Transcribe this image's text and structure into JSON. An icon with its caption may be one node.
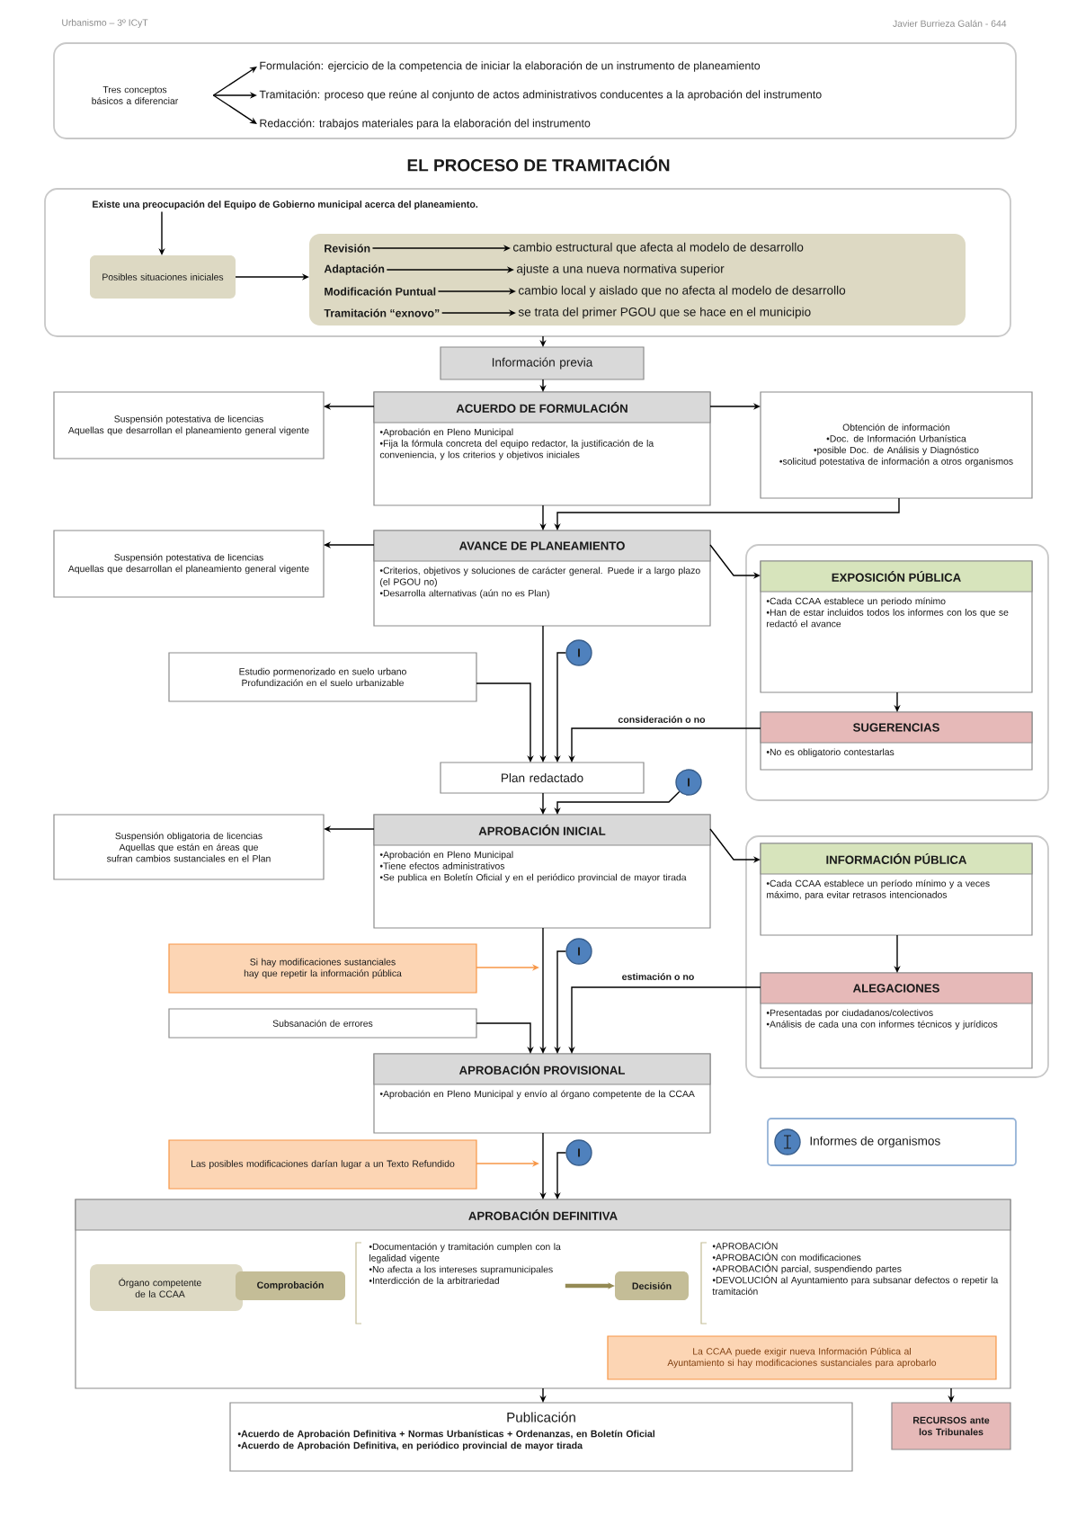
{
  "diagram": {
    "title": "EL PROCESO DE TRAMITACIÓN",
    "nodes": [
      {
        "text": [],
        "shape": "box"
      },
      {
        "text": [
          "Tres conceptos básicos a diferenciar"
        ],
        "in": 0
      },
      {
        "text": [
          "Formulación: ejercicio de la competencia de iniciar la elaboración de un instrumento de planeamiento"
        ],
        "in": 0
      },
      {
        "text": [
          "Tramitación: proceso que reúne al conjunto de actos administrativos conducentes a la aprobación del instrumento"
        ],
        "in": 0
      },
      {
        "text": [
          "Redacción: trabajos materiales para la elaboración del instrumento"
        ],
        "in": 0
      },
      {
        "text": [],
        "shape": "box"
      },
      {
        "text": [
          "Existe una preocupación del Equipo de Gobierno municipal acerca del planeamiento."
        ],
        "in": 5
      },
      {
        "text": [
          "Posibles situaciones iniciales"
        ],
        "in": 5
      },
      {
        "text": [],
        "shape": "box",
        "in": 5
      },
      {
        "text": [
          "Revisión"
        ],
        "in": 8
      },
      {
        "text": [
          "cambio estructural que afecta al modelo de desarrollo"
        ],
        "in": 8
      },
      {
        "text": [
          "Adaptación"
        ],
        "in": 8
      },
      {
        "text": [
          "ajuste a una nueva normativa superior"
        ],
        "in": 8
      },
      {
        "text": [
          "Modificación Puntual"
        ],
        "in": 8
      },
      {
        "text": [
          "cambio local y aislado que no afecta al modelo de desarrollo"
        ],
        "in": 8
      },
      {
        "text": [
          "Tramitación “exnovo”"
        ],
        "in": 8
      },
      {
        "text": [
          "se trata del primer PGOU que se hace en el municipio"
        ],
        "in": 8
      },
      {
        "text": [
          "Información previa"
        ]
      },
      {
        "text": [
          "ACUERDO DE FORMULACIÓN",
          "•Aprobación en Pleno Municipal",
          "•Fija la fórmula concreta del equipo redactor, la justificación de la conveniencia, y los criterios y objetivos iniciales"
        ]
      },
      {
        "text": [
          "Suspensión potestativa de licencias",
          "Aquellas que desarrollan el planeamiento general vigente"
        ]
      },
      {
        "text": [
          "Obtención de información",
          "•Doc. de Información Urbanística",
          "•posible Doc. de Análisis y Diagnóstico",
          "•solicitud potestativa de información a otros organismos"
        ]
      },
      {
        "text": [
          "AVANCE DE PLANEAMIENTO",
          "•Criterios, objetivos y soluciones de carácter general. Puede ir a largo plazo (el PGOU no)",
          "•Desarrolla alternativas (aún no es Plan)"
        ]
      },
      {
        "text": [
          "Suspensión potestativa de licencias",
          "Aquellas que desarrollan el planeamiento general vigente"
        ]
      },
      {
        "text": [],
        "shape": "box"
      },
      {
        "text": [
          "EXPOSICIÓN PÚBLICA",
          "•Cada CCAA establece un periodo mínimo",
          "•Han de estar incluidos todos los informes con los que se redactó el avance"
        ],
        "in": 23
      },
      {
        "text": [
          "SUGERENCIAS",
          "•No es obligatorio contestarlas"
        ],
        "in": 23
      },
      {
        "text": [
          "Estudio pormenorizado en suelo urbano",
          "Profundización en el suelo urbanizable"
        ]
      },
      {
        "text": [
          "I"
        ]
      },
      {
        "text": [
          "Plan redactado"
        ]
      },
      {
        "text": [
          "I"
        ]
      },
      {
        "text": [
          "APROBACIÓN INICIAL",
          "•Aprobación en Pleno Municipal",
          "•Tiene efectos administrativos",
          "•Se publica en Boletín Oficial y en el periódico provincial de mayor tirada"
        ]
      },
      {
        "text": [
          "Suspensión obligatoria de licencias",
          "Aquellas que están en áreas que sufran cambios sustanciales en el Plan"
        ]
      },
      {
        "text": [],
        "shape": "box"
      },
      {
        "text": [
          "INFORMACIÓN PÚBLICA",
          "•Cada CCAA establece un período mínimo y a veces máximo, para evitar retrasos intencionados"
        ],
        "in": 32
      },
      {
        "text": [
          "ALEGACIONES",
          "•Presentadas por ciudadanos/colectivos",
          "•Análisis de cada una con informes técnicos y jurídicos"
        ],
        "in": 32
      },
      {
        "text": [
          "Si hay modificaciones sustanciales hay que repetir la información pública"
        ]
      },
      {
        "text": [
          "I"
        ]
      },
      {
        "text": [
          "Subsanación de errores"
        ]
      },
      {
        "text": [
          "APROBACIÓN PROVISIONAL",
          "•Aprobación en Pleno Municipal y envío al órgano competente de la CCAA"
        ]
      },
      {
        "text": [
          "Las posibles modificaciones darían lugar a un Texto Refundido"
        ]
      },
      {
        "text": [
          "I"
        ]
      },
      {
        "text": [
          "APROBACIÓN DEFINITIVA"
        ]
      },
      {
        "text": [
          "Órgano competente de la CCAA"
        ],
        "in": 41
      },
      {
        "text": [
          "Comprobación"
        ],
        "in": 41
      },
      {
        "text": [
          "•Documentación y tramitación cumplen con la legalidad vigente",
          "•No afecta a los intereses supramunicipales",
          "•Interdicción de la arbitrariedad"
        ],
        "in": 41
      },
      {
        "text": [
          "Decisión"
        ],
        "in": 41
      },
      {
        "text": [
          "La CCAA puede exigir nueva Información Pública al Ayuntamiento si hay modificaciones sustanciales para aprobarlo"
        ],
        "in": 41
      },
      {
        "text": [
          "Publicación",
          "•Acuerdo de Aprobación Definitiva + Normas Urbanísticas + Ordenanzas, en Boletín Oficial",
          "•Acuerdo de Aprobación Definitiva, en periódico provincial de mayor tirada"
        ]
      },
      {
        "text": [
          "RECURSOS ante los Tribunales"
        ]
      }
    ],
    "edges": [
      {
        "from": 1,
        "to": 2,
        "arrow": "to"
      },
      {
        "from": 1,
        "to": 3,
        "arrow": "to"
      },
      {
        "from": 1,
        "to": 4,
        "arrow": "to"
      },
      {
        "from": 6,
        "to": 7,
        "arrow": "to"
      },
      {
        "from": 7,
        "to": 8,
        "arrow": "to"
      },
      {
        "from": 9,
        "to": 10,
        "arrow": "to"
      },
      {
        "from": 11,
        "to": 12,
        "arrow": "to"
      },
      {
        "from": 13,
        "to": 14,
        "arrow": "to"
      },
      {
        "from": 15,
        "to": 16,
        "arrow": "to"
      },
      {
        "from": 5,
        "to": 17,
        "arrow": "to"
      },
      {
        "from": 17,
        "to": 18,
        "arrow": "to"
      },
      {
        "from": 18,
        "to": 19,
        "arrow": "to"
      },
      {
        "from": 18,
        "to": 20,
        "arrow": "to"
      },
      {
        "from": 18,
        "to": 21,
        "arrow": "to"
      },
      {
        "from": 20,
        "to": 21,
        "arrow": "to"
      },
      {
        "from": 21,
        "to": 22,
        "arrow": "to"
      },
      {
        "from": 21,
        "to": 24,
        "arrow": "to"
      },
      {
        "from": 24,
        "to": 25,
        "arrow": "to"
      },
      {
        "from": 21,
        "to": 28,
        "arrow": "to"
      },
      {
        "from": 26,
        "to": 28,
        "arrow": "to"
      },
      {
        "from": 27,
        "to": 28,
        "arrow": "to"
      },
      {
        "from": 25,
        "to": 28,
        "arrow": "to",
        "label": "consideración o no"
      },
      {
        "from": 28,
        "to": 30,
        "arrow": "to"
      },
      {
        "from": 29,
        "to": 30,
        "arrow": "to"
      },
      {
        "from": 30,
        "to": 31,
        "arrow": "to"
      },
      {
        "from": 30,
        "to": 33,
        "arrow": "to"
      },
      {
        "from": 33,
        "to": 34,
        "arrow": "to"
      },
      {
        "from": 30,
        "to": 38,
        "arrow": "to"
      },
      {
        "from": 35,
        "to": null,
        "arrow": "to",
        "color": "#f79646"
      },
      {
        "from": 36,
        "to": 38,
        "arrow": "to"
      },
      {
        "from": 37,
        "to": 38,
        "arrow": "to"
      },
      {
        "from": 34,
        "to": 38,
        "arrow": "to",
        "label": "estimación o no"
      },
      {
        "from": 38,
        "to": 41,
        "arrow": "to"
      },
      {
        "from": 39,
        "to": null,
        "arrow": "to",
        "color": "#f79646"
      },
      {
        "from": 40,
        "to": 41,
        "arrow": "to"
      },
      {
        "from": 44,
        "to": 45,
        "arrow": "to",
        "style": "thick",
        "color": "#948a54"
      },
      {
        "from": 41,
        "to": 47,
        "arrow": "to"
      },
      {
        "from": 41,
        "to": 48,
        "arrow": "to"
      }
    ],
    "labels": [
      "Urbanismo – 3º ICyT",
      "Javier Burrieza Galán - 644",
      "•APROBACIÓN",
      "•APROBACIÓN con modificaciones",
      "•APROBACIÓN parcial, suspendiendo partes",
      "•DEVOLUCIÓN al Ayuntamiento para subsanar defectos o repetir la tramitación"
    ],
    "legend": [
      {
        "text": "Informes de organismos"
      }
    ]
  }
}
